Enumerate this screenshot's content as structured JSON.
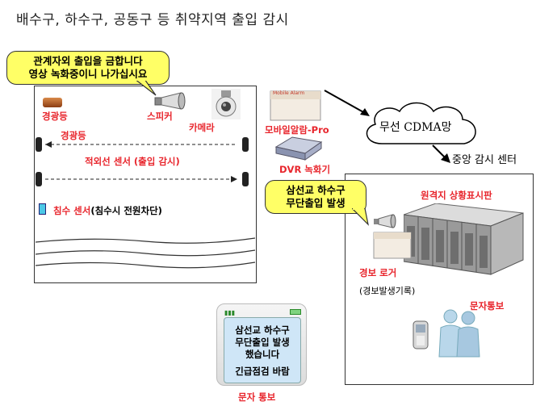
{
  "title": "배수구, 하수구, 공동구 등 취약지역 출입 감시",
  "warning_bubble": {
    "line1": "관계자외 출입을 금합니다",
    "line2": "영상 녹화중이니 나가십시요"
  },
  "site": {
    "lamp_label": "경광등",
    "speaker_label": "스피커",
    "camera_label": "카메라",
    "lamp_row_label": "경광등",
    "ir_sensor_label": "적외선 센서 (출입 감시)",
    "flood_sensor_label": "침수 센서",
    "flood_sensor_note": "(침수시 전원차단)"
  },
  "devices": {
    "mobile_alarm_label": "모바일알람-Pro",
    "mobile_alarm_brand": "Mobile Alarm",
    "dvr_label": "DVR 녹화기"
  },
  "network": {
    "cloud_label": "무선 CDMA망",
    "center_label": "중앙 감시 센터"
  },
  "center": {
    "bubble_line1": "삼선교 하수구",
    "bubble_line2": "무단출입 발생",
    "board_label": "원격지 상황표시판",
    "logger_label": "경보 로거",
    "logger_note": "(경보발생기록)",
    "sms_label": "문자통보"
  },
  "phone": {
    "line1": "삼선교 하수구",
    "line2": "무단출입 발생",
    "line3": "했습니다",
    "line4": "긴급점검 바람",
    "caption": "문자 통보"
  },
  "colors": {
    "accent_red": "#e8262d",
    "bubble_yellow": "#ffff66",
    "screen_blue": "#cfe6f7"
  },
  "icons": [
    "lamp-icon",
    "speaker-icon",
    "camera-icon",
    "sensor-icon",
    "mobile-alarm-icon",
    "dvr-icon",
    "cloud-icon",
    "display-board-icon",
    "phone-icon",
    "people-icon"
  ]
}
